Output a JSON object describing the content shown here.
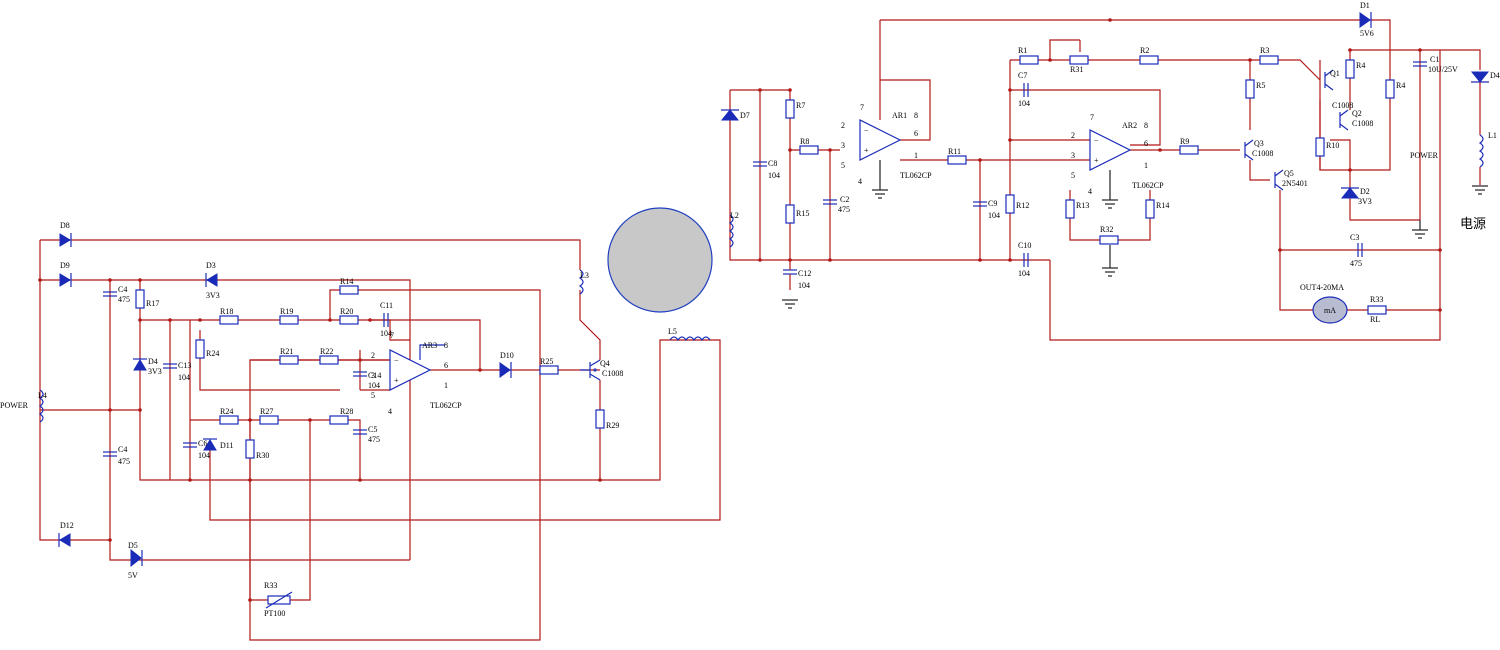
{
  "labels": {
    "power_left": "POWER",
    "power_right": "POWER",
    "dianyuan": "电源",
    "out_meter": "OUT4-20MA",
    "ma": "mA",
    "rl": "RL",
    "pt100": "PT100",
    "ar1": "AR1",
    "ar2": "AR2",
    "ar3": "AR3",
    "tl1": "TL062CP",
    "tl2": "TL062CP",
    "tl3": "TL062CP",
    "q1": "Q1",
    "q2": "Q2",
    "q3": "Q3",
    "q4": "Q4",
    "q5": "Q5",
    "c1008a": "C1008",
    "c1008b": "C1008",
    "c1008c": "C1008",
    "c1008d": "C1008",
    "n2n5401": "2N5401",
    "c1": "C1",
    "c1v": "10U/25V",
    "c2": "C2",
    "c3": "C3",
    "c4a": "C4",
    "c4b": "C4",
    "c5": "C5",
    "c6": "C6",
    "c7": "C7",
    "c8": "C8",
    "c9": "C9",
    "c10": "C10",
    "c11": "C11",
    "c12": "C12",
    "c13": "C13",
    "c14": "C14",
    "v104": "104",
    "v475": "475",
    "r1": "R1",
    "r2": "R2",
    "r3": "R3",
    "r4a": "R4",
    "r4b": "R4",
    "r5": "R5",
    "r7": "R7",
    "r8": "R8",
    "r9": "R9",
    "r10": "R10",
    "r11": "R11",
    "r12": "R12",
    "r13": "R13",
    "r14a": "R14",
    "r14b": "R14",
    "r15": "R15",
    "r17": "R17",
    "r18": "R18",
    "r19": "R19",
    "r20": "R20",
    "r21": "R21",
    "r22": "R22",
    "r24a": "R24",
    "r24b": "R24",
    "r25": "R25",
    "r27": "R27",
    "r28": "R28",
    "r29": "R29",
    "r30": "R30",
    "r31": "R31",
    "r32": "R32",
    "r33a": "R33",
    "r33b": "R33",
    "d1": "D1",
    "d1v": "5V6",
    "d2": "D2",
    "d2v": "3V3",
    "d3": "D3",
    "d3v": "3V3",
    "d4a": "D4",
    "d4b": "D4",
    "d4v": "3V3",
    "d5": "D5",
    "d5v": "5V",
    "d7": "D7",
    "d8": "D8",
    "d9": "D9",
    "d10": "D10",
    "d11": "D11",
    "d12": "D12",
    "l1": "L1",
    "l2": "L2",
    "l3": "L3",
    "l4": "L4",
    "l5": "L5",
    "pin2": "2",
    "pin3": "3",
    "pin4": "4",
    "pin5": "5",
    "pin6": "6",
    "pin7": "7",
    "pin8": "8",
    "pin1": "1"
  },
  "colors": {
    "wire": "#b01818",
    "component": "#1a2bb8",
    "disc_fill": "#c8c8c8",
    "disc_stroke": "#2040c0",
    "meter_fill": "#b8bcd0"
  }
}
